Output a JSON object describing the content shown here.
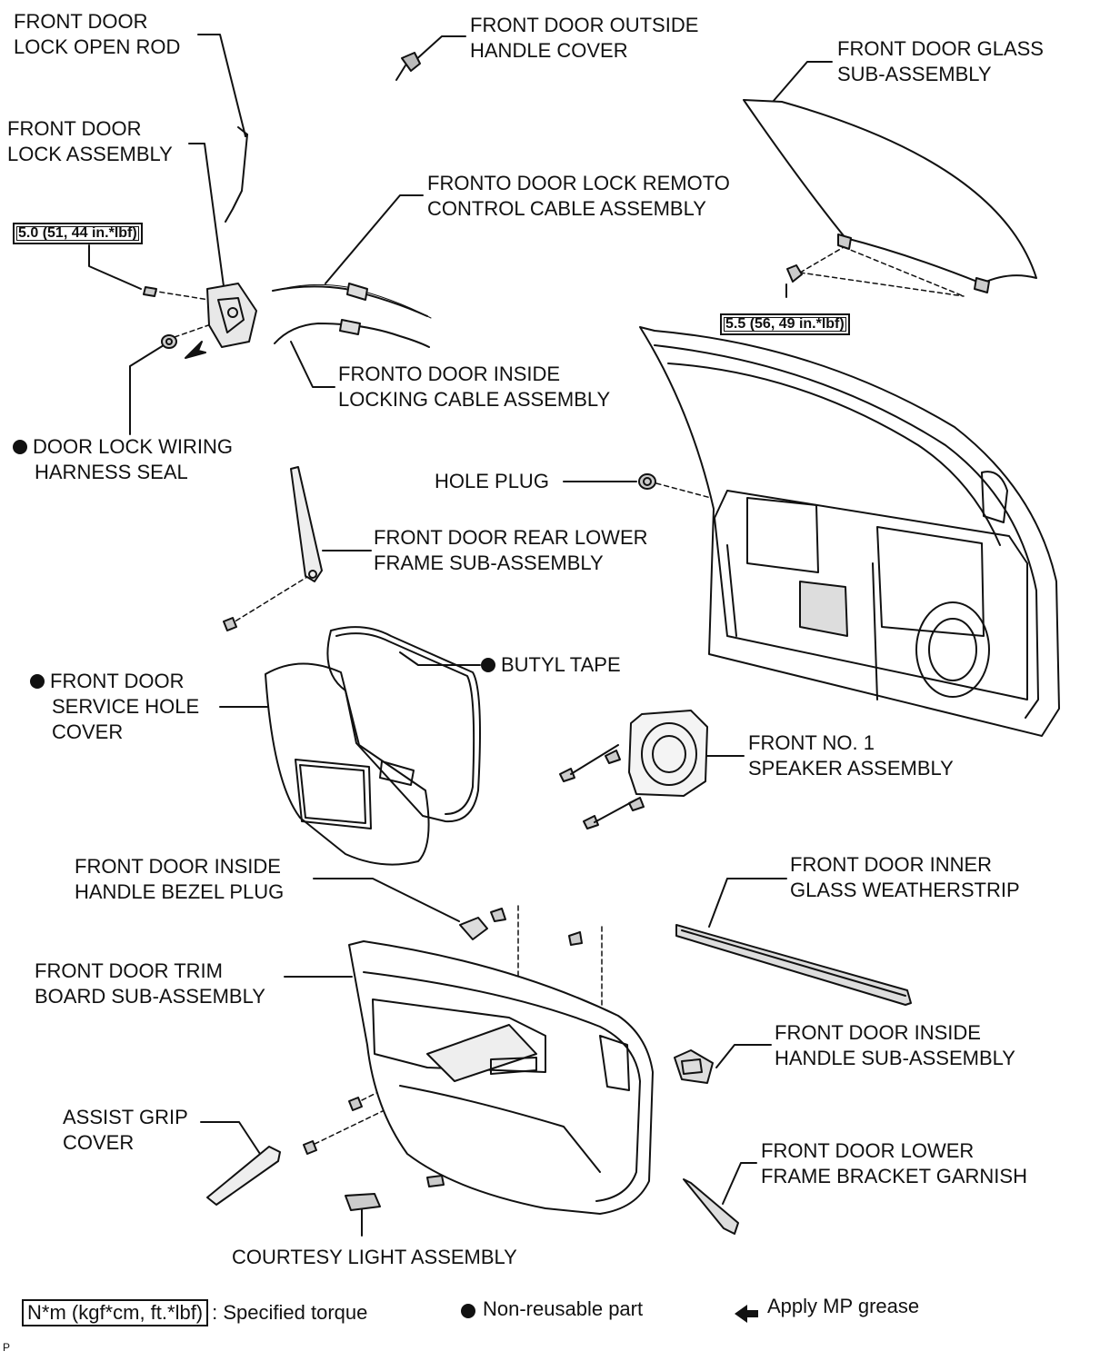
{
  "labels": {
    "lock_open_rod": [
      "FRONT DOOR",
      "LOCK OPEN ROD"
    ],
    "outside_handle_cover": [
      "FRONT DOOR OUTSIDE",
      "HANDLE COVER"
    ],
    "glass_sub_assembly": [
      "FRONT DOOR GLASS",
      "SUB-ASSEMBLY"
    ],
    "lock_assembly": [
      "FRONT DOOR",
      "LOCK ASSEMBLY"
    ],
    "remote_control_cable": [
      "FRONTO DOOR LOCK REMOTO",
      "CONTROL CABLE ASSEMBLY"
    ],
    "inside_locking_cable": [
      "FRONTO DOOR INSIDE",
      "LOCKING CABLE ASSEMBLY"
    ],
    "wiring_harness_seal": [
      "DOOR LOCK WIRING",
      "HARNESS SEAL"
    ],
    "hole_plug": [
      "HOLE PLUG"
    ],
    "rear_lower_frame": [
      "FRONT DOOR REAR LOWER",
      "FRAME SUB-ASSEMBLY"
    ],
    "service_hole_cover": [
      "FRONT DOOR",
      "SERVICE HOLE",
      "COVER"
    ],
    "butyl_tape": [
      "BUTYL TAPE"
    ],
    "speaker_assembly": [
      "FRONT NO. 1",
      "SPEAKER ASSEMBLY"
    ],
    "inside_handle_bezel_plug": [
      "FRONT DOOR INSIDE",
      "HANDLE BEZEL PLUG"
    ],
    "inner_glass_weatherstrip": [
      "FRONT DOOR INNER",
      "GLASS WEATHERSTRIP"
    ],
    "trim_board": [
      "FRONT DOOR TRIM",
      "BOARD SUB-ASSEMBLY"
    ],
    "inside_handle_sub_assembly": [
      "FRONT DOOR INSIDE",
      "HANDLE SUB-ASSEMBLY"
    ],
    "assist_grip_cover": [
      "ASSIST GRIP",
      "COVER"
    ],
    "lower_frame_bracket_garnish": [
      "FRONT DOOR LOWER",
      "FRAME BRACKET GARNISH"
    ],
    "courtesy_light": [
      "COURTESY LIGHT ASSEMBLY"
    ]
  },
  "torque_specs": {
    "lock_bolt": "5.0 (51, 44 in.*lbf)",
    "glass_bolt": "5.5 (56, 49 in.*lbf)"
  },
  "legend": {
    "torque_box": "N*m (kgf*cm, ft.*lbf)",
    "torque_text": ": Specified torque",
    "non_reusable": "Non-reusable part",
    "grease": "Apply MP grease"
  },
  "footer_code": "P"
}
